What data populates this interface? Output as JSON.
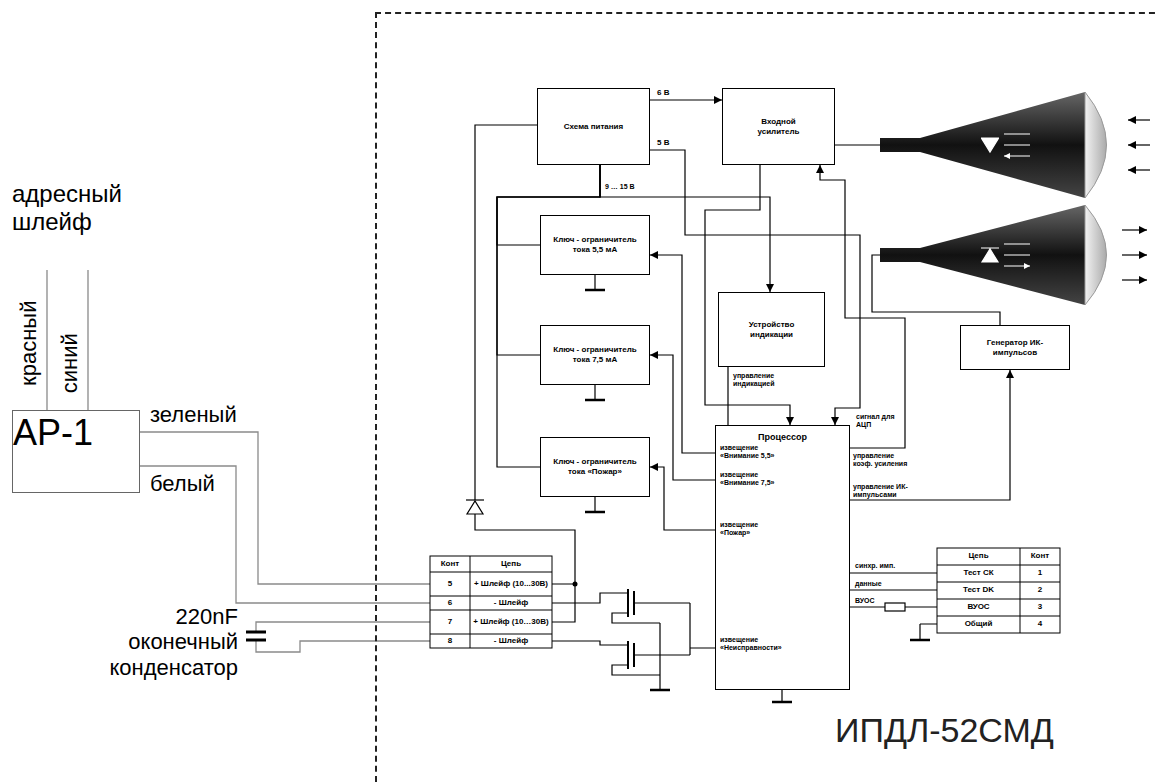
{
  "diagram": {
    "nodes": [
      {
        "text": [
          "АР-1"
        ]
      },
      {
        "text": [
          "ИПДЛ-52СМД"
        ]
      },
      {
        "text": [
          "Схема питания"
        ],
        "in": 1
      },
      {
        "text": [
          "Входной усилитель"
        ],
        "in": 1
      },
      {
        "text": [
          "Ключ - ограничитель тока 5,5 мА"
        ],
        "in": 1
      },
      {
        "text": [
          "Устройство индикации"
        ],
        "in": 1
      },
      {
        "text": [
          "Ключ - ограничитель тока 7,5 мА"
        ],
        "in": 1
      },
      {
        "text": [
          "Генератор ИК-импульсов"
        ],
        "in": 1
      },
      {
        "text": [
          "Процессор",
          "извещение «Внимание 5,5»",
          "извещение «Внимание 7,5»",
          "извещение «Пожар»",
          "извещение «Неисправности»"
        ],
        "in": 1
      },
      {
        "text": [
          "Ключ - ограничитель тока «Пожар»"
        ],
        "in": 1
      }
    ],
    "edges": [
      {
        "from": 2,
        "to": 3,
        "arrow": "to",
        "label": "6 В"
      },
      {
        "from": 2,
        "to": 8,
        "arrow": "to",
        "label": "5 В"
      },
      {
        "from": 3,
        "to": 8,
        "arrow": "to"
      },
      {
        "from": 8,
        "to": 3,
        "arrow": "to"
      },
      {
        "from": 8,
        "to": 7,
        "arrow": "to"
      },
      {
        "from": 8,
        "to": 5,
        "arrow": "none"
      },
      {
        "from": 2,
        "to": 5,
        "arrow": "to"
      },
      {
        "from": 8,
        "to": 4,
        "arrow": "to"
      },
      {
        "from": 8,
        "to": 6,
        "arrow": "to"
      },
      {
        "from": 8,
        "to": 9,
        "arrow": "to"
      },
      {
        "from": 2,
        "to": 4,
        "arrow": "none"
      },
      {
        "from": 2,
        "to": 6,
        "arrow": "none"
      },
      {
        "from": 2,
        "to": 9,
        "arrow": "none"
      }
    ],
    "labels": [
      "адресный шлейф",
      "красный",
      "синий",
      "зеленый",
      "белый",
      "220nF оконечный конденсатор",
      "9 … 15 В",
      "управление индикацией",
      "сигнал для АЦП",
      "управление коэф. усиления",
      "управление ИК-импульсами",
      "синхр. имп.",
      "данные",
      "ВУОС",
      "Конт",
      "Цепь",
      "5",
      "+ Шлейф (10...30В)",
      "6",
      "- Шлейф",
      "7",
      "+ Шлейф (10…30В)",
      "8",
      "- Шлейф",
      "Цепь",
      "Конт",
      "Тест СК",
      "1",
      "Тест DK",
      "2",
      "ВУОС",
      "3",
      "Общий",
      "4"
    ]
  }
}
